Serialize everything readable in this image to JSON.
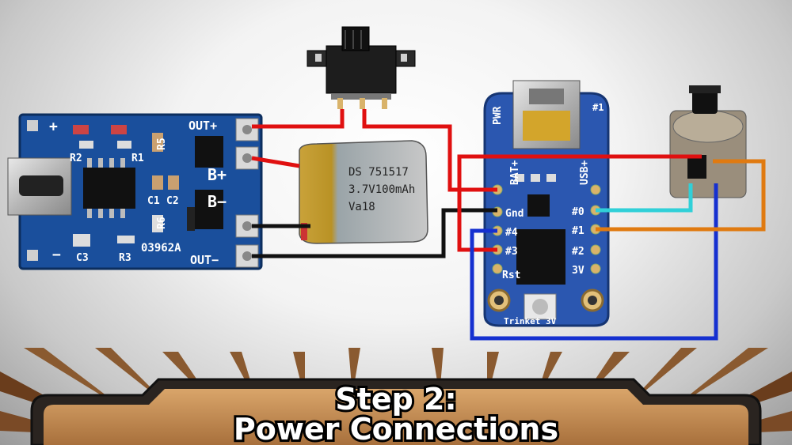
{
  "title": {
    "line1": "Step 2:",
    "line2": "Power Connections"
  },
  "charger_board": {
    "labels": {
      "plus": "+",
      "minus": "−",
      "out_plus": "OUT+",
      "b_plus": "B+",
      "b_minus": "B−",
      "out_minus": "OUT−",
      "r2": "R2",
      "r1": "R1",
      "r5": "R5",
      "c1": "C1",
      "c2": "C2",
      "r6": "R6",
      "c3": "C3",
      "r3": "R3",
      "code": "03962A"
    }
  },
  "battery": {
    "line1": "DS 751517",
    "line2": "3.7V100mAh",
    "line3": "Va18"
  },
  "trinket": {
    "labels": {
      "pwr": "PWR",
      "bat_plus": "BAT+",
      "gnd": "Gnd",
      "p4": "#4",
      "p3": "#3",
      "rst": "Rst",
      "usb_plus": "USB+",
      "p0": "#0",
      "p1": "#1",
      "p2": "#2",
      "v3": "3V",
      "hash1": "#1",
      "brand": "Trinket 3V"
    }
  },
  "colors": {
    "red_wire": "#e01010",
    "black_wire": "#111111",
    "blue_wire": "#1530d0",
    "cyan_wire": "#30d0d8",
    "orange_wire": "#e07a10",
    "board_blue": "#1a4f9c",
    "trinket_blue": "#2b57b0",
    "title_wood": "#c98f55"
  }
}
